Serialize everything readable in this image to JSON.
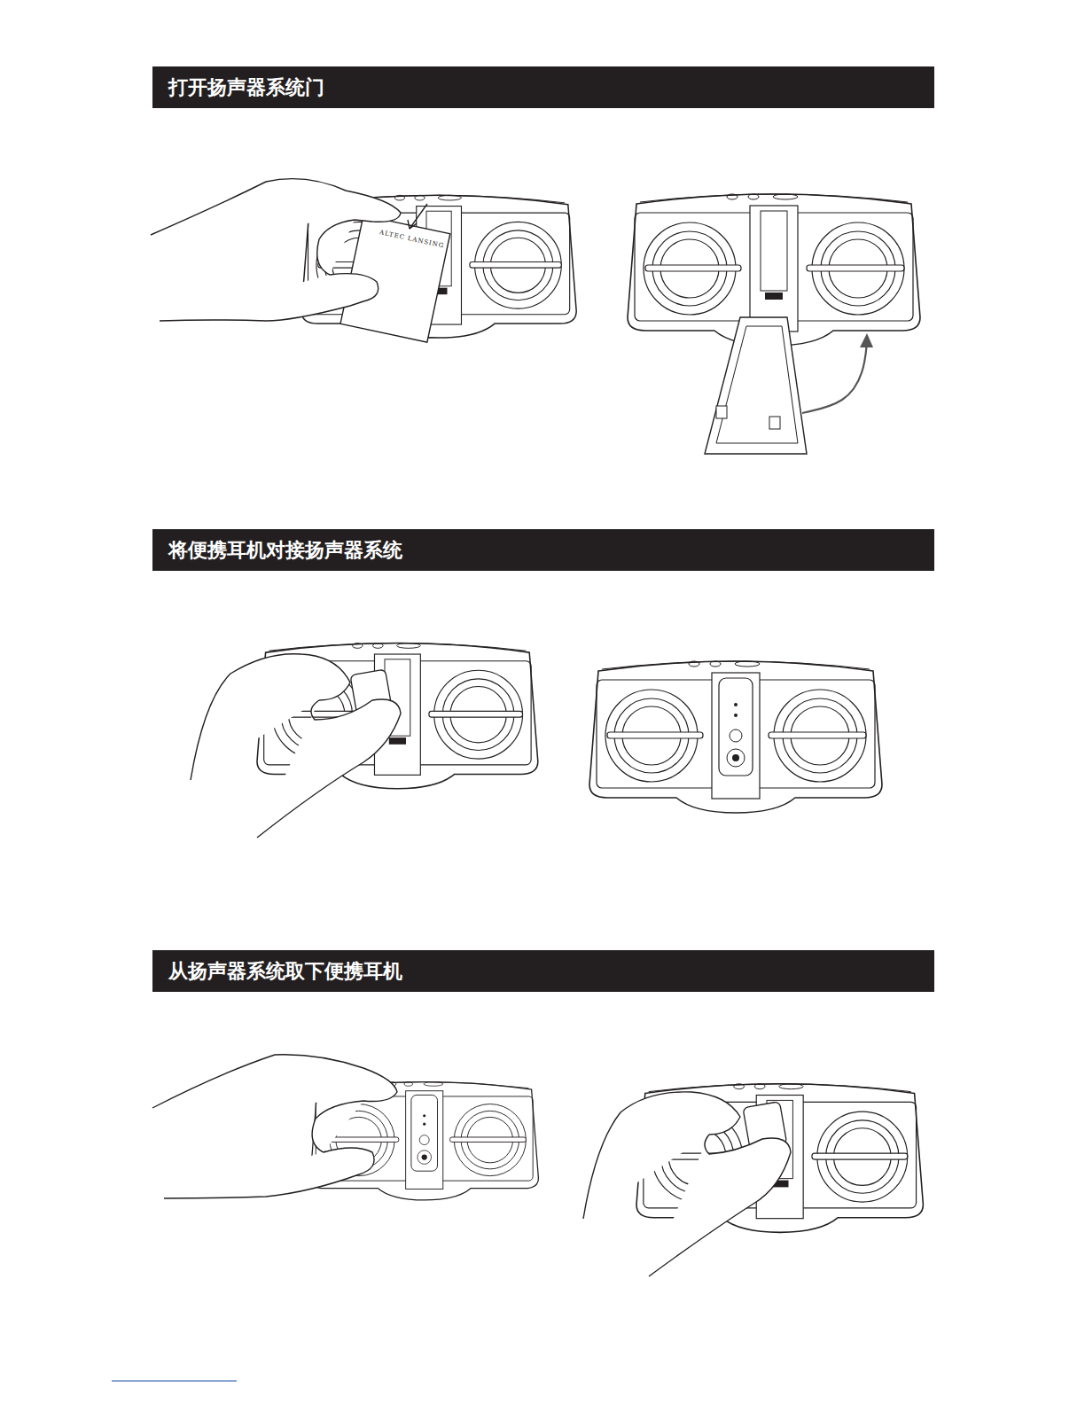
{
  "diagram": {
    "nodes": [
      {
        "text": [
          "打开扬声器系统门"
        ]
      },
      {
        "text": [
          "将便携耳机对接扬声器系统"
        ]
      },
      {
        "text": [
          "从扬声器系统取下便携耳机"
        ]
      }
    ],
    "labels": [
      "ALTEC LANSING"
    ]
  }
}
